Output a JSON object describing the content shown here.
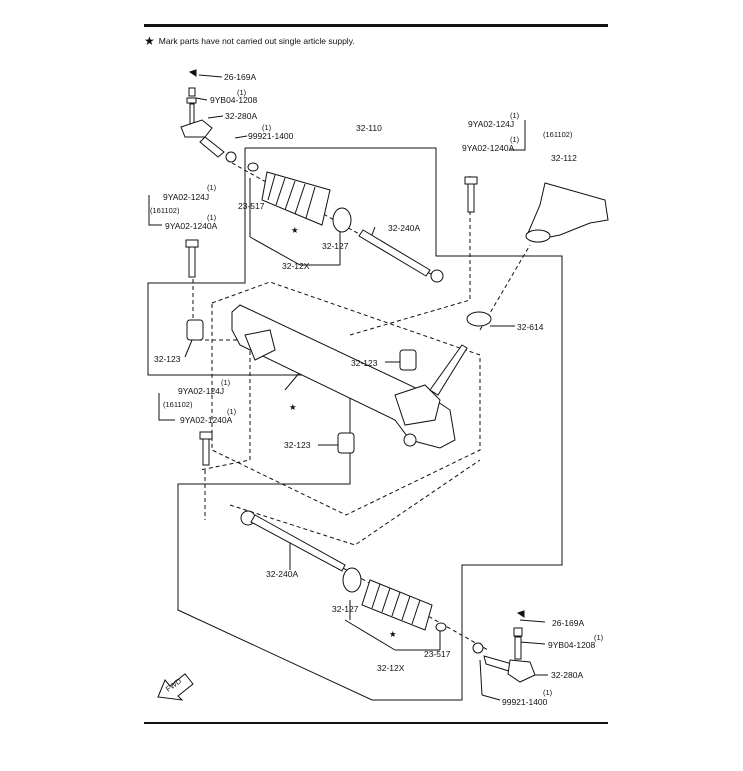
{
  "note": {
    "star": "★",
    "text": "Mark parts have not carried out single article supply."
  },
  "colors": {
    "line": "#111111",
    "background": "#ffffff"
  },
  "labels": {
    "top_2616": "26-169A",
    "top_qty_1a": "(1)",
    "top_9yb": "9YB04-1208",
    "top_280a": "32-280A",
    "top_qty_1b": "(1)",
    "top_99921": "99921-1400",
    "assy_110": "32-110",
    "tr_qty_1a": "(1)",
    "tr_124j": "9YA02-124J",
    "tr_161102": "(161102)",
    "tr_qty_1b": "(1)",
    "tr_1240a": "9YA02-1240A",
    "p_112": "32-112",
    "ul_qty_1a": "(1)",
    "ul_124j": "9YA02-124J",
    "ul_161102": "(161102)",
    "ul_qty_1b": "(1)",
    "ul_1240a": "9YA02-1240A",
    "top_23517": "23-517",
    "top_32127": "32-127",
    "top_240a": "32-240A",
    "top_12x": "32-12X",
    "p_614": "32-614",
    "ml_123": "32-123",
    "mr_123": "32-123",
    "ll_qty_1a": "(1)",
    "ll_124j": "9YA02-124J",
    "ll_161102": "(161102)",
    "ll_qty_1b": "(1)",
    "ll_1240a": "9YA02-1240A",
    "lo_123": "32-123",
    "bot_240a": "32-240A",
    "bot_32127": "32-127",
    "bot_12x": "32-12X",
    "bot_23517": "23-517",
    "br_2616": "26-169A",
    "br_qty_1a": "(1)",
    "br_9yb": "9YB04-1208",
    "br_280a": "32-280A",
    "br_qty_1b": "(1)",
    "br_99921": "99921-1400",
    "fwd": "FWD"
  },
  "stars": {
    "glyph": "★"
  }
}
